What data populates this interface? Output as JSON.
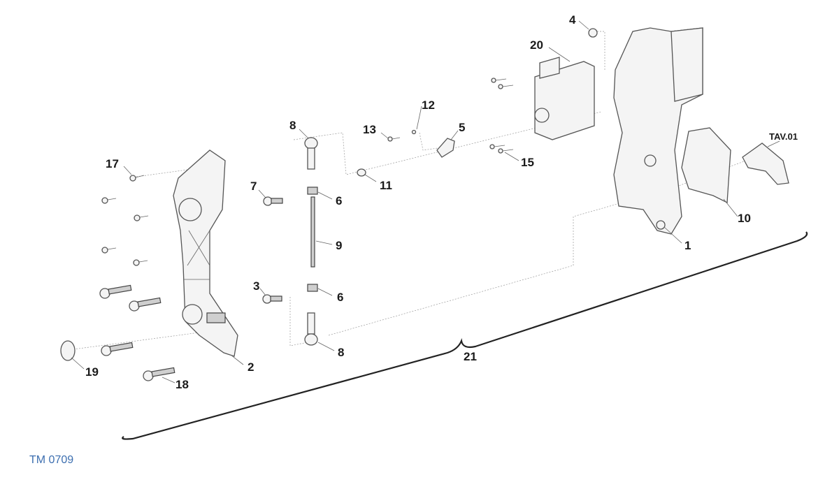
{
  "diagram": {
    "callouts": {
      "c1": "1",
      "c2": "2",
      "c3": "3",
      "c4": "4",
      "c5": "5",
      "c6a": "6",
      "c6b": "6",
      "c7": "7",
      "c8a": "8",
      "c8b": "8",
      "c9": "9",
      "c10": "10",
      "c11": "11",
      "c12": "12",
      "c13": "13",
      "c15": "15",
      "c17": "17",
      "c18": "18",
      "c19": "19",
      "c20": "20",
      "c21": "21",
      "tav": "TAV.01"
    },
    "drawing_code": "TM 0709",
    "colors": {
      "code": "#3d6fb0",
      "line": "#222222"
    }
  }
}
